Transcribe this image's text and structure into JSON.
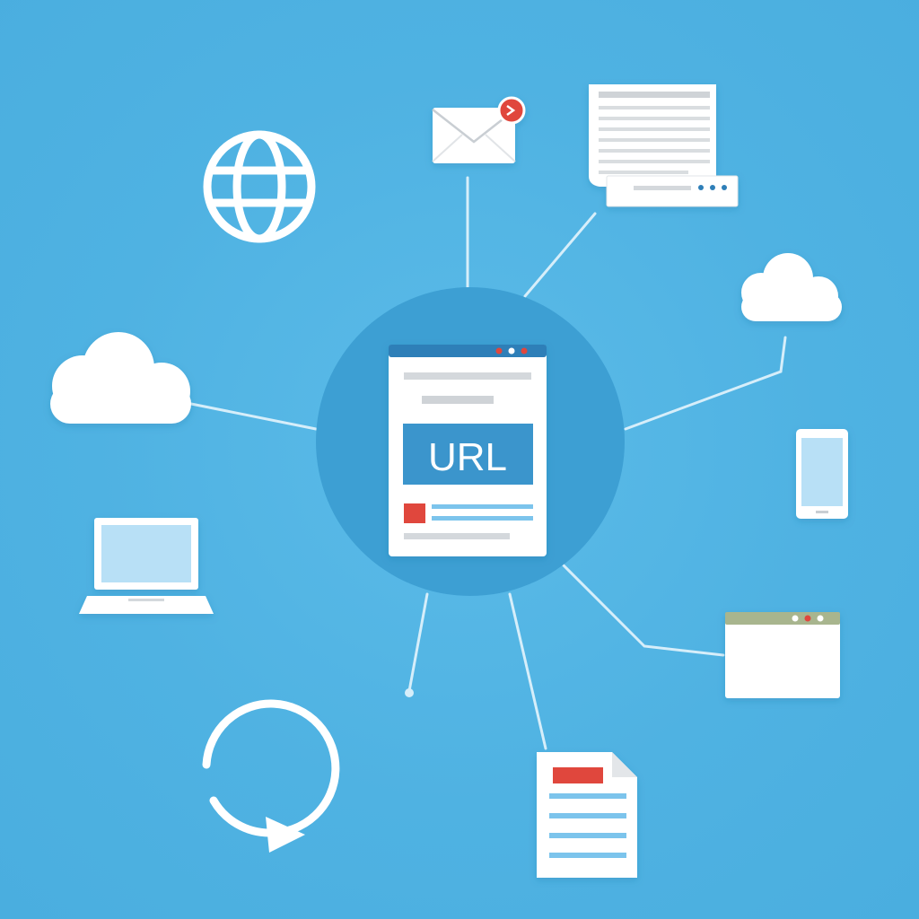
{
  "center": {
    "label": "URL"
  },
  "colors": {
    "background": "#4fb2e2",
    "hub_circle": "#3d9fd3",
    "accent_blue": "#3a95cc",
    "accent_red": "#e0463e",
    "line": "#d6eefa",
    "icon_white": "#ffffff",
    "screen_fill": "#b8e0f6"
  },
  "icons": [
    "globe-icon",
    "envelope-notification-icon",
    "document-browser-icon",
    "cloud-icon-right",
    "cloud-icon-left",
    "laptop-icon",
    "smartphone-icon",
    "browser-window-icon",
    "refresh-arrow-icon",
    "text-document-icon",
    "url-webpage-icon"
  ]
}
